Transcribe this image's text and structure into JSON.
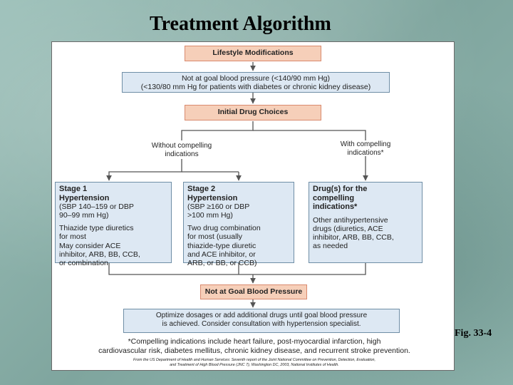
{
  "slide_title": "Treatment Algorithm",
  "figure_label": "Fig. 33-4",
  "flow": {
    "lifestyle": "Lifestyle Modifications",
    "not_at_goal_1": "Not at goal blood pressure (<140/90 mm Hg)",
    "not_at_goal_2": "(<130/80 mm Hg for patients with diabetes or chronic kidney disease)",
    "initial_drug": "Initial Drug Choices",
    "without_label_1": "Without compelling",
    "without_label_2": "indications",
    "with_label_1": "With compelling",
    "with_label_2": "indications*",
    "stage1": {
      "title_1": "Stage 1",
      "title_2": "Hypertension",
      "crit_1": "(SBP 140–159 or DBP",
      "crit_2": "90–99 mm Hg)",
      "body_1": "Thiazide type diuretics",
      "body_2": "for most",
      "body_3": "May consider ACE",
      "body_4": "inhibitor, ARB, BB, CCB,",
      "body_5": "or combination"
    },
    "stage2": {
      "title_1": "Stage 2",
      "title_2": "Hypertension",
      "crit_1": "(SBP ≥160 or DBP",
      "crit_2": ">100 mm Hg)",
      "body_1": "Two drug combination",
      "body_2": "for most (usually",
      "body_3": "thiazide-type diuretic",
      "body_4": "and ACE inhibitor, or",
      "body_5": "ARB, or BB, or CCB)"
    },
    "drugs": {
      "title_1": "Drug(s) for the",
      "title_2": "compelling",
      "title_3": "indications*",
      "body_1": "Other antihypertensive",
      "body_2": "drugs (diuretics, ACE",
      "body_3": "inhibitor, ARB, BB, CCB,",
      "body_4": "as needed"
    },
    "not_goal_bp": "Not at Goal Blood Pressure",
    "optimize_1": "Optimize dosages or add additional drugs until goal blood pressure",
    "optimize_2": "is achieved. Consider consultation with hypertension specialist.",
    "footnote_1": "*Compelling indications include heart failure, post-myocardial infarction, high",
    "footnote_2": "cardiovascular risk, diabetes mellitus, chronic kidney disease, and recurrent stroke prevention.",
    "source_1": "From the US Department of Health and Human Services: Seventh report of the Joint National Committee on Prevention, Detection, Evaluation,",
    "source_2": "and Treatment of High Blood Pressure (JNC 7), Washington DC, 2003, National Institutes of Health."
  }
}
